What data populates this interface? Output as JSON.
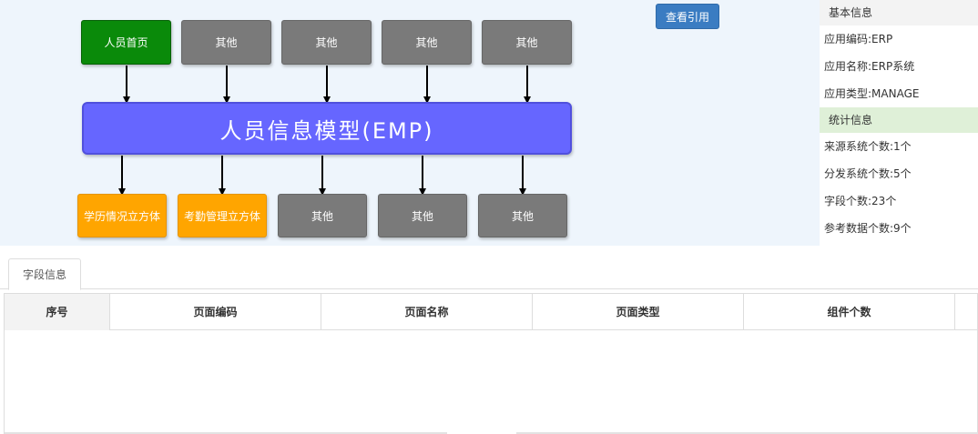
{
  "diagram": {
    "top_nodes": [
      {
        "label": "人员首页",
        "color": "green"
      },
      {
        "label": "其他",
        "color": "gray"
      },
      {
        "label": "其他",
        "color": "gray"
      },
      {
        "label": "其他",
        "color": "gray"
      },
      {
        "label": "其他",
        "color": "gray"
      }
    ],
    "center_label": "人员信息模型(EMP)",
    "bottom_nodes": [
      {
        "label": "学历情况立方体",
        "color": "orange"
      },
      {
        "label": "考勤管理立方体",
        "color": "orange"
      },
      {
        "label": "其他",
        "color": "gray"
      },
      {
        "label": "其他",
        "color": "gray"
      },
      {
        "label": "其他",
        "color": "gray"
      }
    ],
    "colors": {
      "green": "#0a8a0a",
      "gray": "#7a7a7a",
      "orange": "#ffa500",
      "center": "#6666ff"
    }
  },
  "toolbar": {
    "ref_button": "查看引用"
  },
  "info": {
    "basic_title": "基本信息",
    "basic_rows": [
      "应用编码:ERP",
      "应用名称:ERP系统",
      "应用类型:MANAGE"
    ],
    "stats_title": "统计信息",
    "stats_rows": [
      "来源系统个数:1个",
      "分发系统个数:5个",
      "字段个数:23个",
      "参考数据个数:9个"
    ]
  },
  "tabs": [
    {
      "label": "字段信息",
      "active": true
    }
  ],
  "grid": {
    "columns": [
      "序号",
      "页面编码",
      "页面名称",
      "页面类型",
      "组件个数"
    ],
    "rows": []
  }
}
